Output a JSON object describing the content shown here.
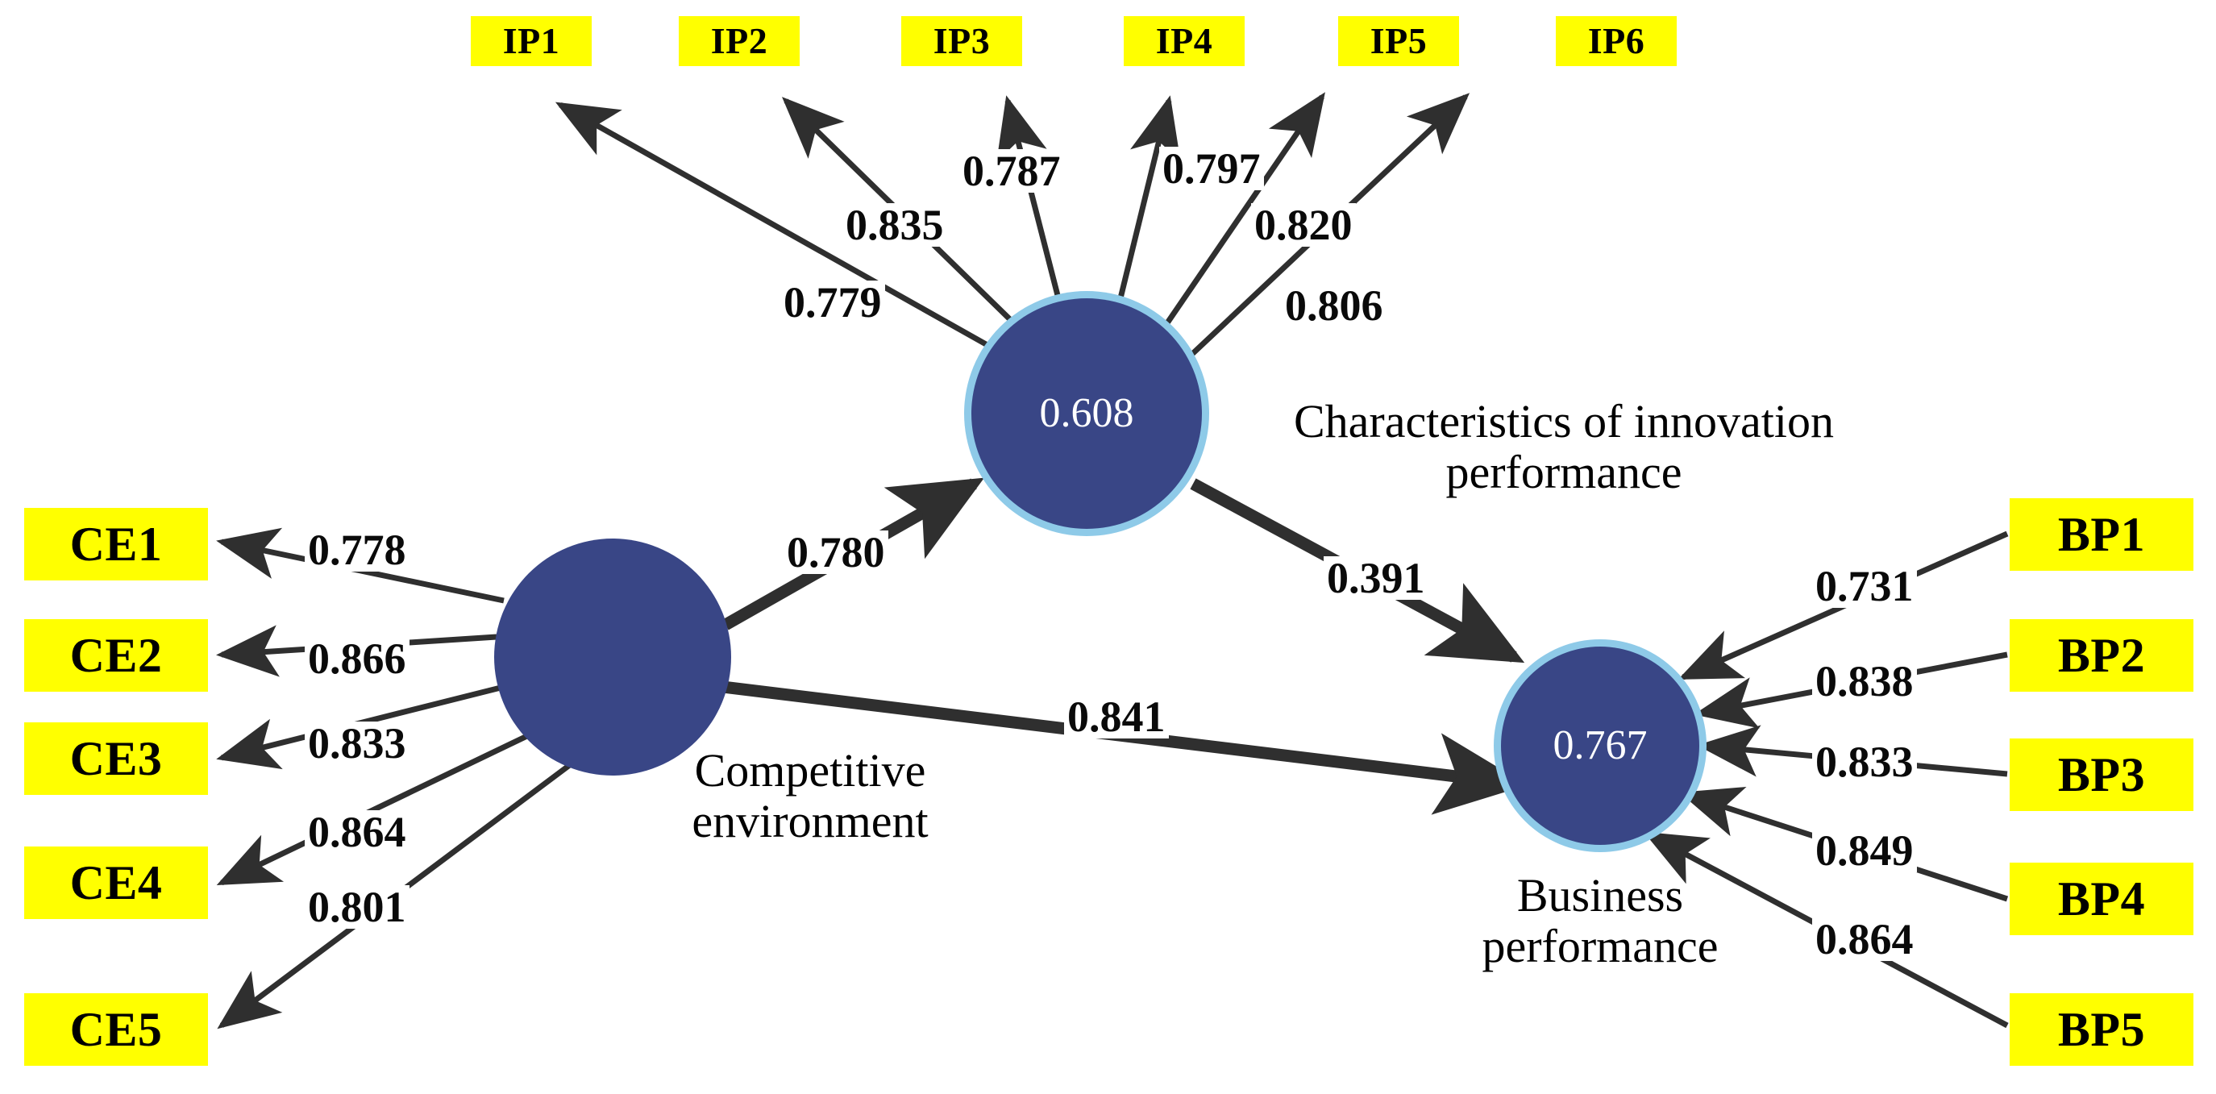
{
  "diagram": {
    "title": "PLS-SEM path model",
    "colors": {
      "indicator_fill": "#FFFF00",
      "construct_fill": "#394686",
      "construct_halo": "#8ECAE8",
      "line": "#2f2f2f",
      "text": "#000000",
      "construct_text": "#FFFFFF"
    }
  },
  "constructs": [
    {
      "id": "competitive-environment",
      "caption": "Competitive\nenvironment",
      "value": "",
      "halo": false
    },
    {
      "id": "innovation-performance",
      "caption": "Characteristics of innovation\nperformance",
      "value": "0.608",
      "halo": true
    },
    {
      "id": "business-performance",
      "caption": "Business\nperformance",
      "value": "0.767",
      "halo": true
    }
  ],
  "indicators": {
    "ip": [
      {
        "label": "IP1",
        "loading": "0.779"
      },
      {
        "label": "IP2",
        "loading": "0.835"
      },
      {
        "label": "IP3",
        "loading": "0.787"
      },
      {
        "label": "IP4",
        "loading": "0.797"
      },
      {
        "label": "IP5",
        "loading": "0.820"
      },
      {
        "label": "IP6",
        "loading": "0.806"
      }
    ],
    "ce": [
      {
        "label": "CE1",
        "loading": "0.778"
      },
      {
        "label": "CE2",
        "loading": "0.866"
      },
      {
        "label": "CE3",
        "loading": "0.833"
      },
      {
        "label": "CE4",
        "loading": "0.864"
      },
      {
        "label": "CE5",
        "loading": "0.801"
      }
    ],
    "bp": [
      {
        "label": "BP1",
        "loading": "0.731"
      },
      {
        "label": "BP2",
        "loading": "0.838"
      },
      {
        "label": "BP3",
        "loading": "0.833"
      },
      {
        "label": "BP4",
        "loading": "0.849"
      },
      {
        "label": "BP5",
        "loading": "0.864"
      }
    ]
  },
  "structural_paths": [
    {
      "id": "ce-to-ip",
      "from": "Competitive environment",
      "to": "Characteristics of innovation performance",
      "coefficient": "0.780"
    },
    {
      "id": "ip-to-bp",
      "from": "Characteristics of innovation performance",
      "to": "Business performance",
      "coefficient": "0.391"
    },
    {
      "id": "ce-to-bp",
      "from": "Competitive environment",
      "to": "Business performance",
      "coefficient": "0.841"
    }
  ],
  "chart_data": {
    "type": "diagram",
    "title": "PLS-SEM path model",
    "nodes": [
      {
        "name": "Competitive environment",
        "r_squared": null
      },
      {
        "name": "Characteristics of innovation performance",
        "r_squared": 0.608
      },
      {
        "name": "Business performance",
        "r_squared": 0.767
      }
    ],
    "measurement_loadings": {
      "Characteristics of innovation performance": {
        "IP1": 0.779,
        "IP2": 0.835,
        "IP3": 0.787,
        "IP4": 0.797,
        "IP5": 0.82,
        "IP6": 0.806
      },
      "Competitive environment": {
        "CE1": 0.778,
        "CE2": 0.866,
        "CE3": 0.833,
        "CE4": 0.864,
        "CE5": 0.801
      },
      "Business performance": {
        "BP1": 0.731,
        "BP2": 0.838,
        "BP3": 0.833,
        "BP4": 0.849,
        "BP5": 0.864
      }
    },
    "path_coefficients": [
      {
        "from": "Competitive environment",
        "to": "Characteristics of innovation performance",
        "value": 0.78
      },
      {
        "from": "Characteristics of innovation performance",
        "to": "Business performance",
        "value": 0.391
      },
      {
        "from": "Competitive environment",
        "to": "Business performance",
        "value": 0.841
      }
    ]
  }
}
